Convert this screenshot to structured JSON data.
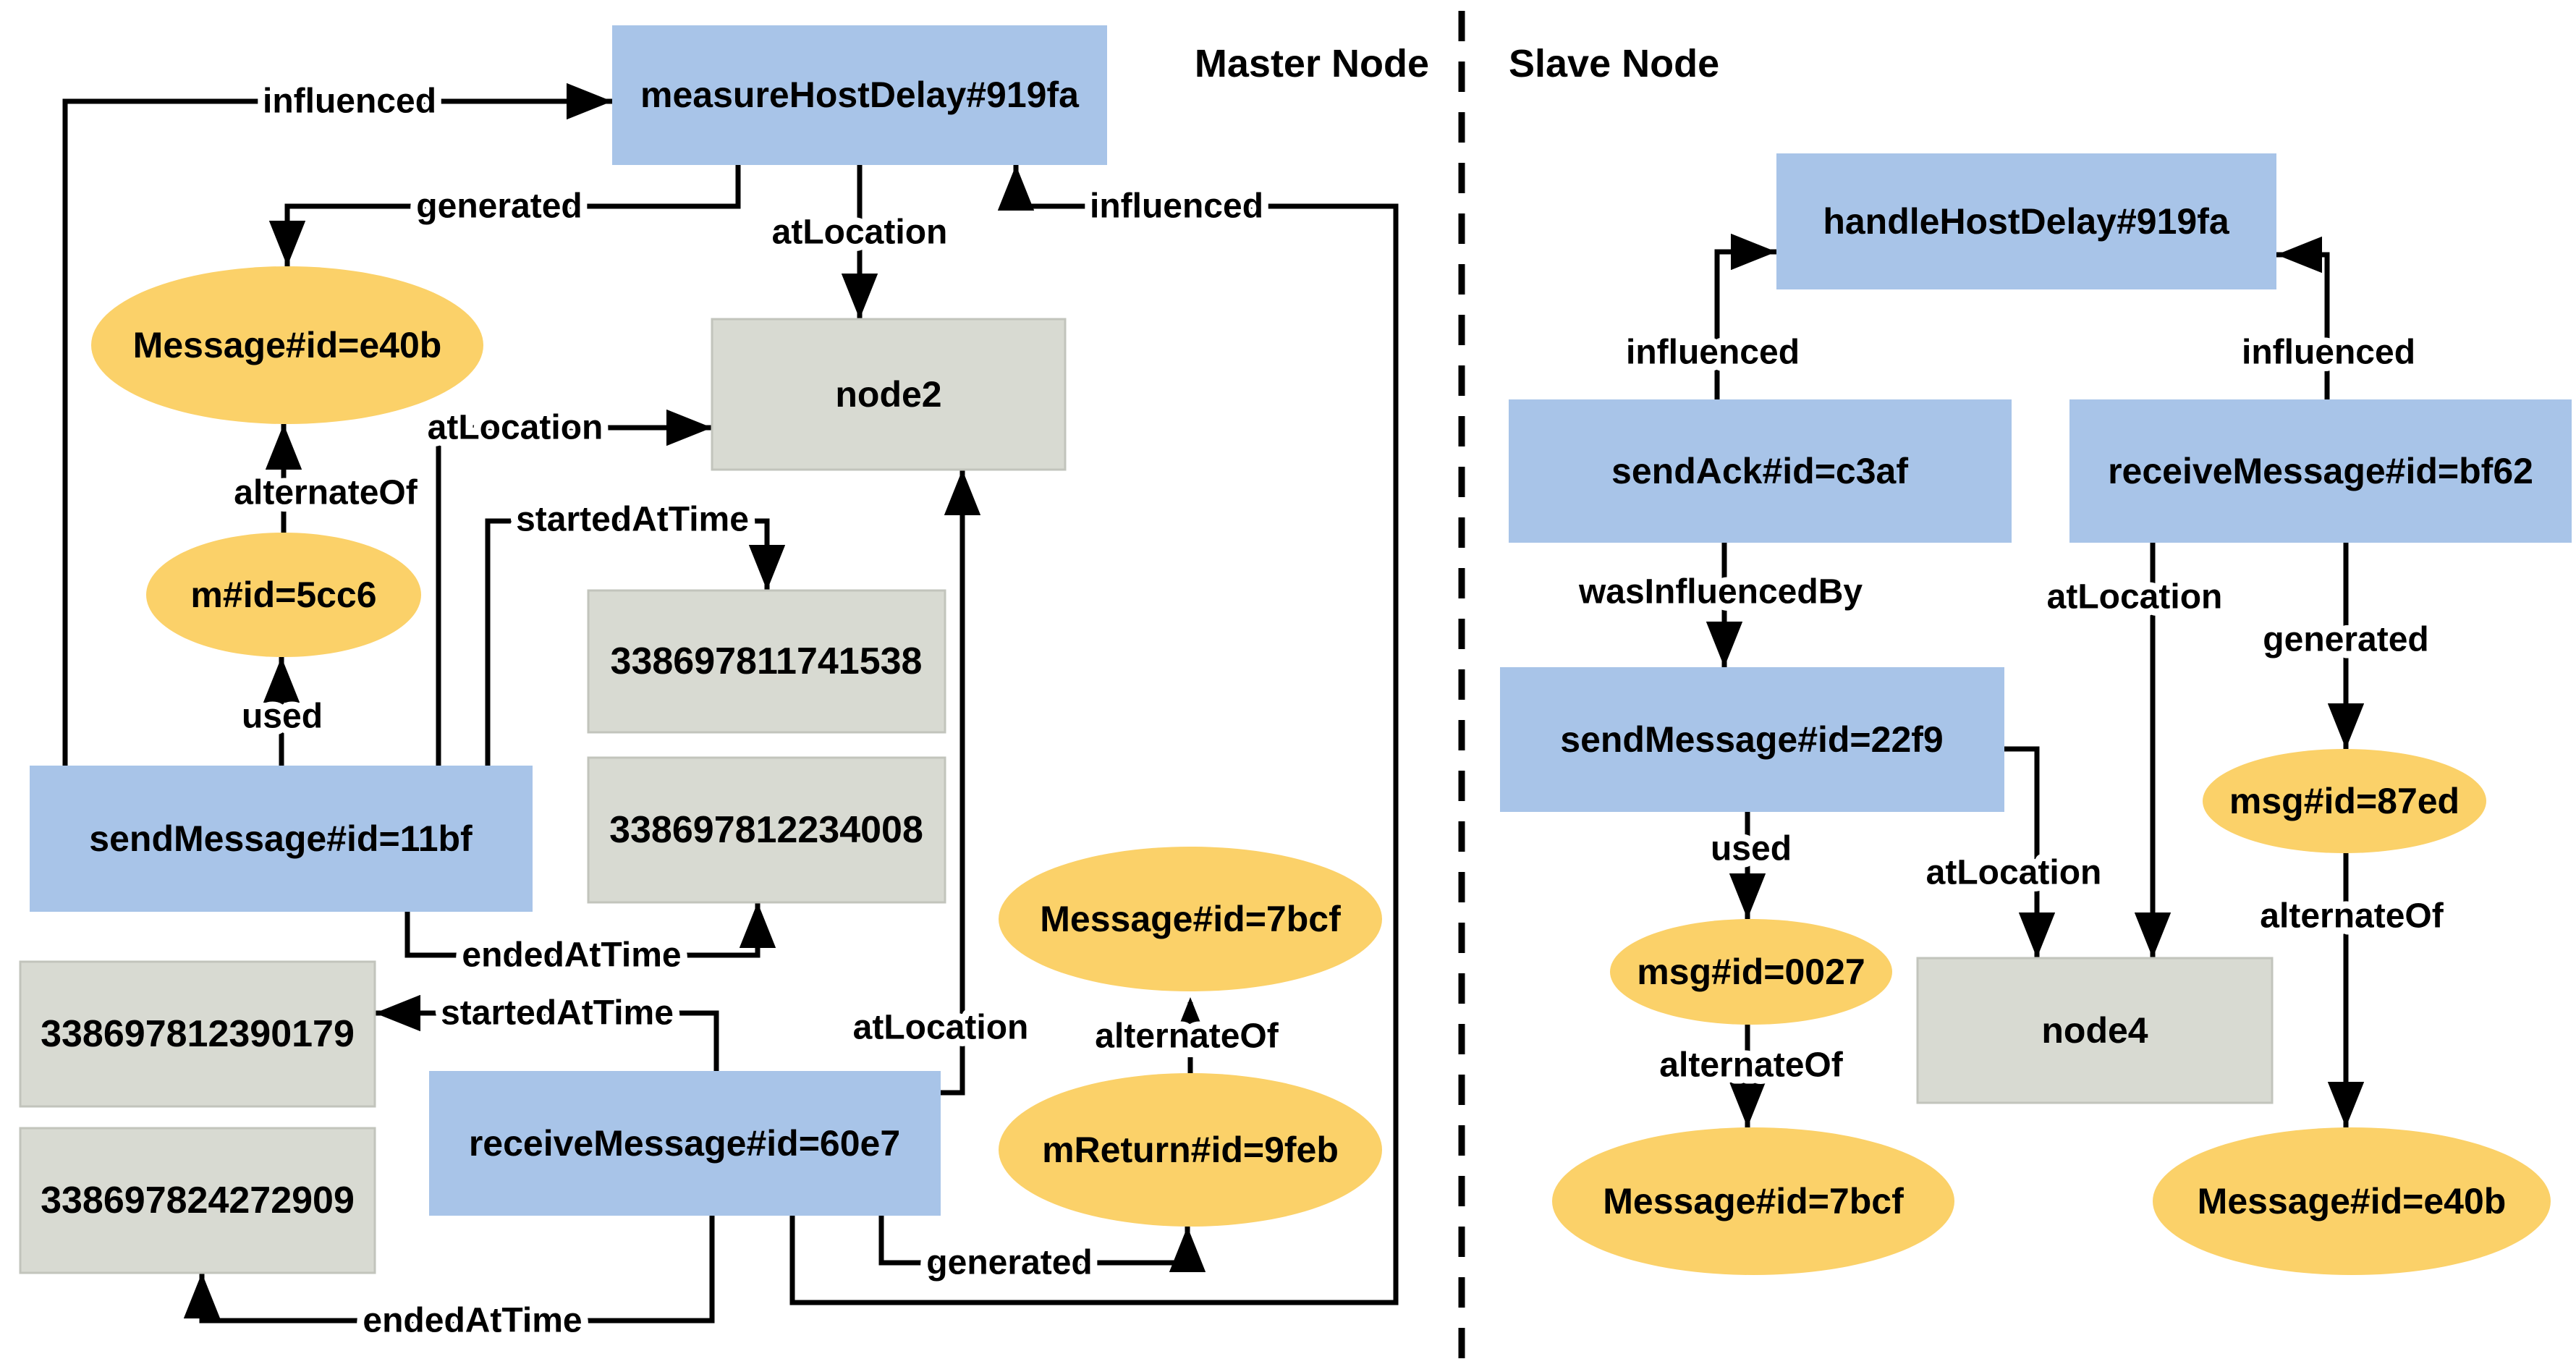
{
  "colors": {
    "activity-fill": "#a8c4e8",
    "entity-fill": "#fbd169",
    "location-fill": "#d8dad2",
    "location-border": "#c2c4bc",
    "line": "#000000",
    "background": "#ffffff"
  },
  "master": {
    "title": "Master Node",
    "nodes": {
      "measure_host_delay": "measureHostDelay#919fa",
      "send_message": "sendMessage#id=11bf",
      "receive_message": "receiveMessage#id=60e7",
      "node2": "node2",
      "message_e40b": "Message#id=e40b",
      "m_5cc6": "m#id=5cc6",
      "message_7bcf": "Message#id=7bcf",
      "m_return_9feb": "mReturn#id=9feb",
      "ts_send_started": "338697811741538",
      "ts_send_ended": "338697812234008",
      "ts_recv_started": "338697812390179",
      "ts_recv_ended": "338697824272909"
    },
    "edges": {
      "influenced_left": "influenced",
      "generated_top": "generated",
      "at_location_top": "atLocation",
      "influenced_right": "influenced",
      "alternate_of_left": "alternateOf",
      "used": "used",
      "at_location_node2": "atLocation",
      "started_at_time_send": "startedAtTime",
      "ended_at_time_send": "endedAtTime",
      "started_at_time_recv": "startedAtTime",
      "at_location_recv": "atLocation",
      "alternate_of_return": "alternateOf",
      "generated_return": "generated",
      "ended_at_time_recv": "endedAtTime"
    }
  },
  "slave": {
    "title": "Slave Node",
    "nodes": {
      "handle_host_delay": "handleHostDelay#919fa",
      "send_ack": "sendAck#id=c3af",
      "receive_message": "receiveMessage#id=bf62",
      "send_message": "sendMessage#id=22f9",
      "node4": "node4",
      "msg_0027": "msg#id=0027",
      "msg_87ed": "msg#id=87ed",
      "message_7bcf": "Message#id=7bcf",
      "message_e40b": "Message#id=e40b"
    },
    "edges": {
      "influenced_send": "influenced",
      "influenced_recv": "influenced",
      "was_influenced_by": "wasInfluencedBy",
      "used": "used",
      "alternate_of_msg": "alternateOf",
      "at_location_send": "atLocation",
      "at_location_recv": "atLocation",
      "generated": "generated",
      "alternate_of_return": "alternateOf"
    }
  }
}
